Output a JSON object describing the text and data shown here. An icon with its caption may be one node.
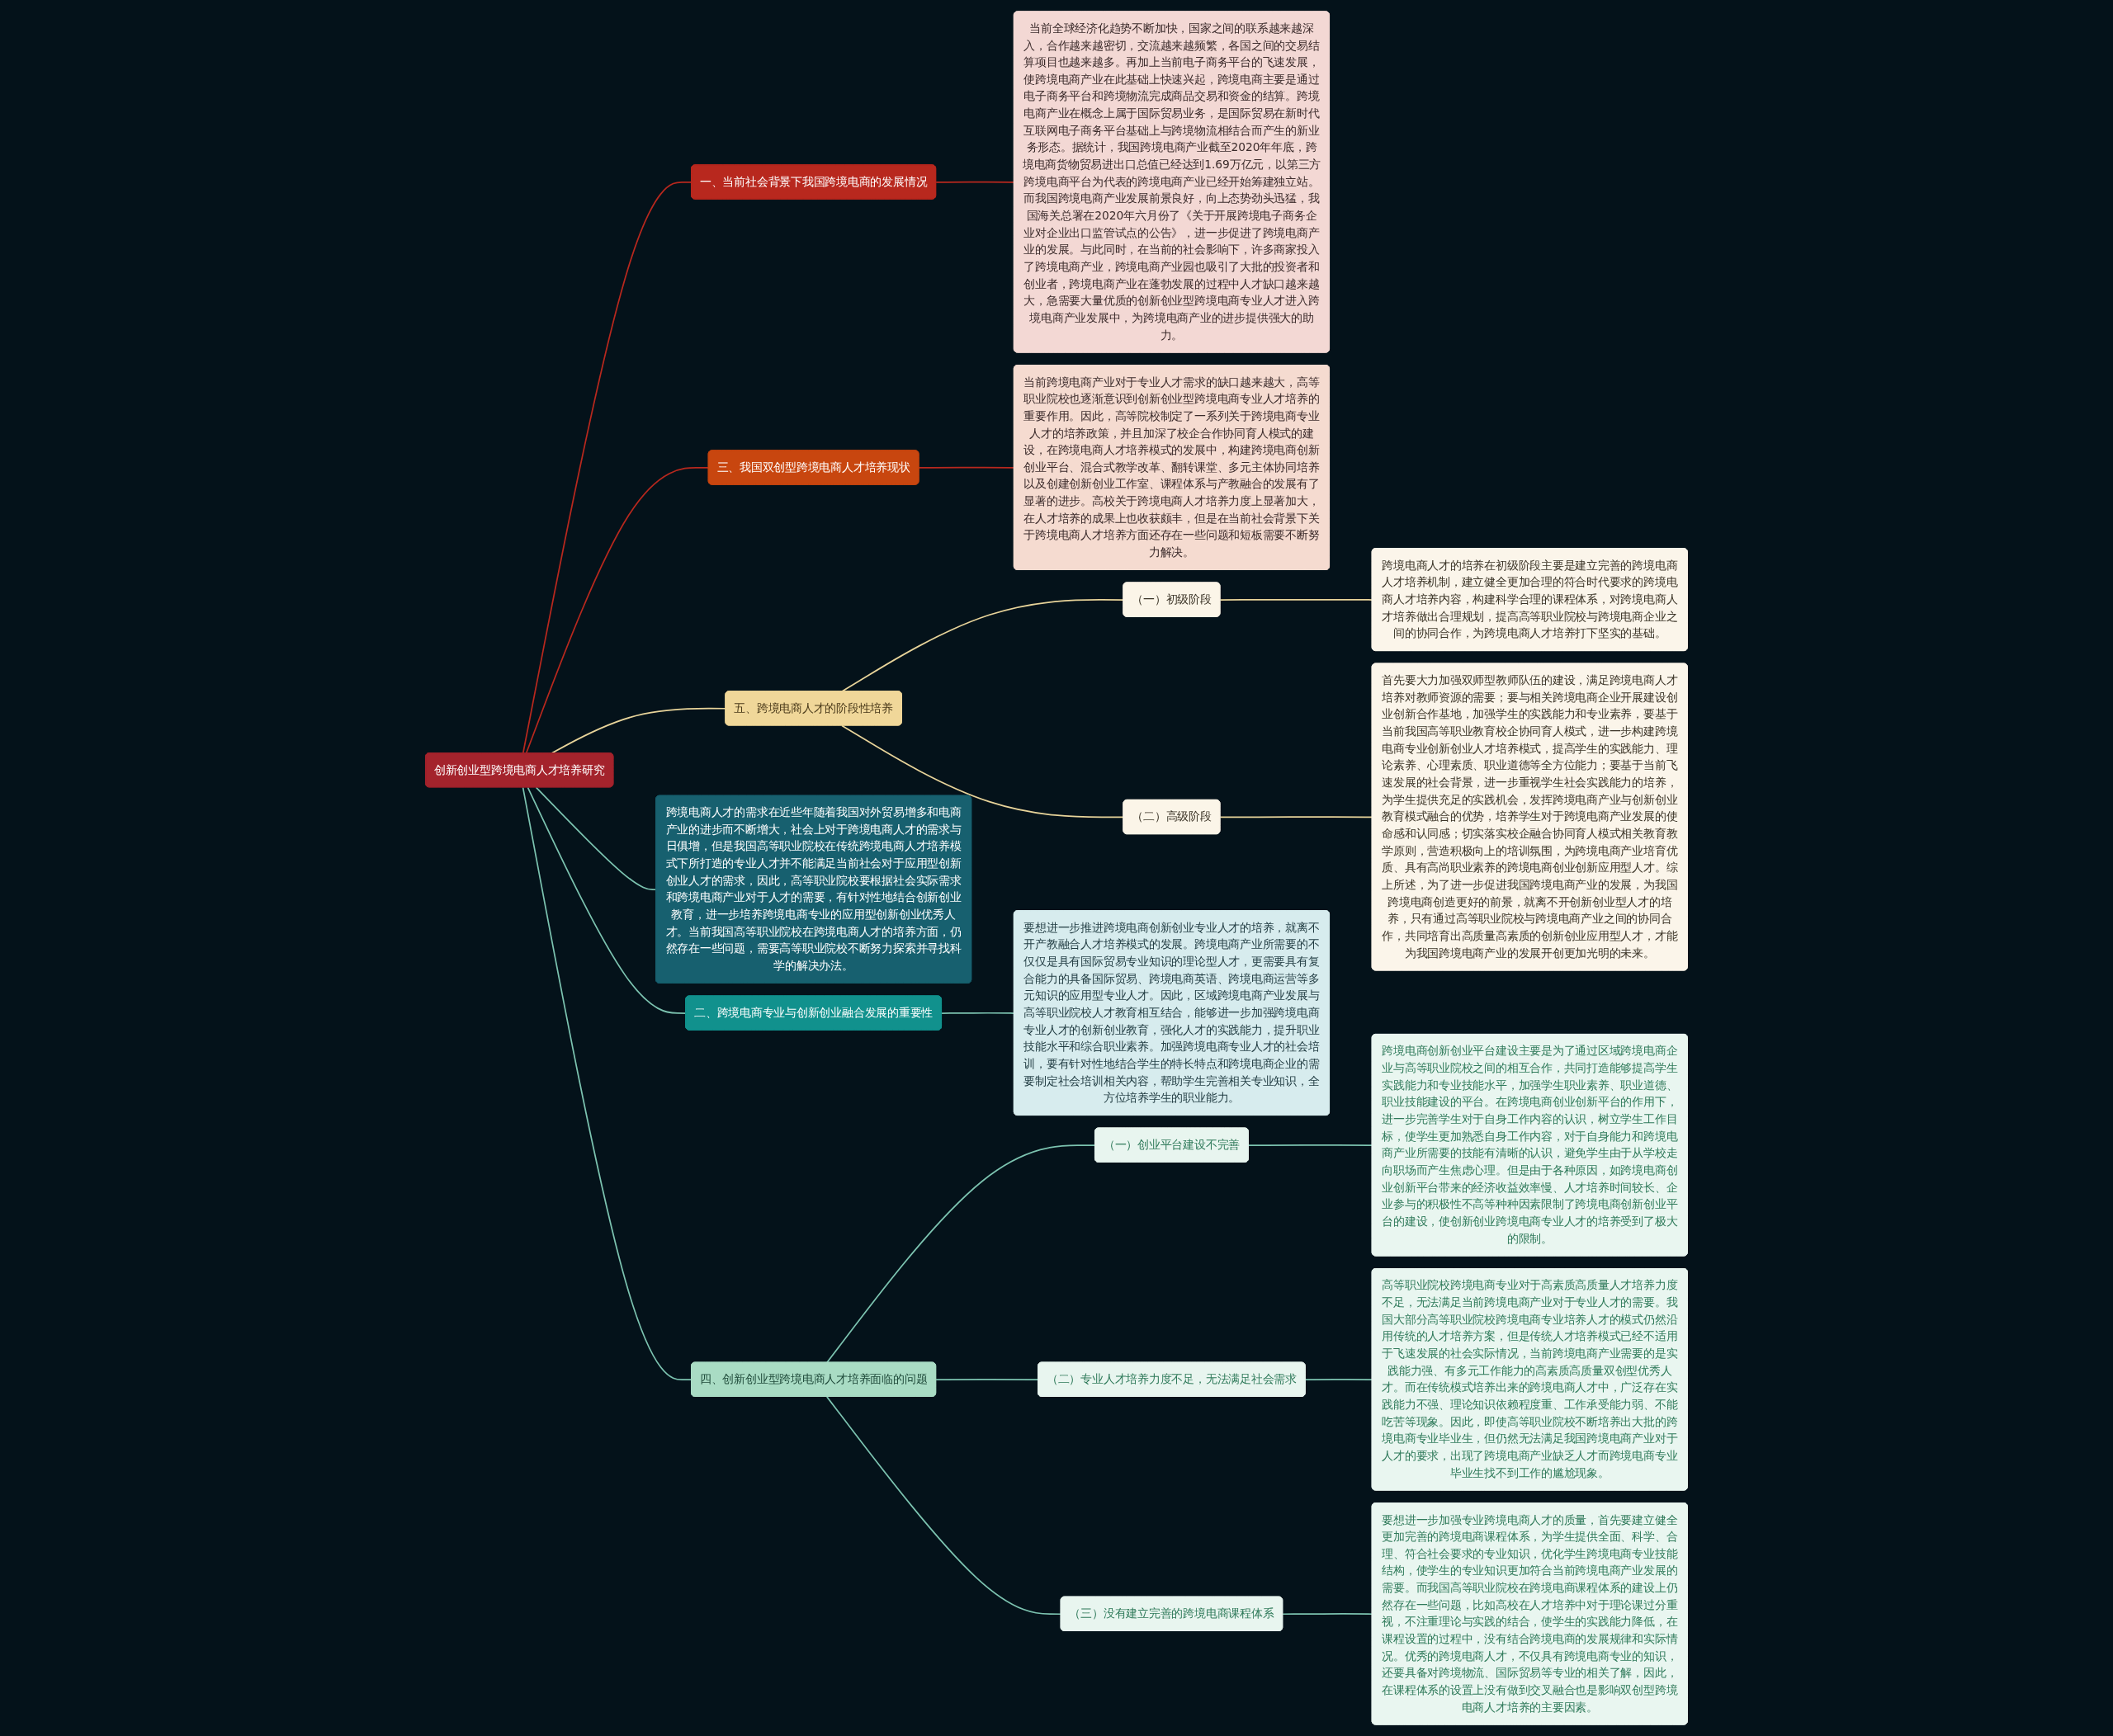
{
  "diagram": {
    "nodes": [
      {
        "text": [
          "创新创业型跨境电商人才培养研究"
        ]
      },
      {
        "text": [
          "一、当前社会背景下我国跨境电商的发展情况"
        ]
      },
      {
        "text": [
          "当前全球经济化趋势不断加快，国家之间的联系越来越深入，合作越来越密切，交流越来越频繁，各国之间的交易结算项目也越来越多。再加上当前电子商务平台的飞速发展，使跨境电商产业在此基础上快速兴起，跨境电商主要是通过电子商务平台和跨境物流完成商品交易和资金的结算。跨境电商产业在概念上属于国际贸易业务，是国际贸易在新时代互联网电子商务平台基础上与跨境物流相结合而产生的新业务形态。据统计，我国跨境电商产业截至2020年年底，跨境电商货物贸易进出口总值已经达到1.69万亿元，以第三方跨境电商平台为代表的跨境电商产业已经开始筹建独立站。而我国跨境电商产业发展前景良好，向上态势劲头迅猛，我国海关总署在2020年六月份了《关于开展跨境电子商务企业对企业出口监管试点的公告》，进一步促进了跨境电商产业的发展。与此同时，在当前的社会影响下，许多商家投入了跨境电商产业，跨境电商产业园也吸引了大批的投资者和创业者，跨境电商产业在蓬勃发展的过程中人才缺口越来越大，急需要大量优质的创新创业型跨境电商专业人才进入跨境电商产业发展中，为跨境电商产业的进步提供强大的助力。"
        ]
      },
      {
        "text": [
          "三、我国双创型跨境电商人才培养现状"
        ]
      },
      {
        "text": [
          "当前跨境电商产业对于专业人才需求的缺口越来越大，高等职业院校也逐渐意识到创新创业型跨境电商专业人才培养的重要作用。因此，高等院校制定了一系列关于跨境电商专业人才的培养政策，并且加深了校企合作协同育人模式的建设，在跨境电商人才培养模式的发展中，构建跨境电商创新创业平台、混合式教学改革、翻转课堂、多元主体协同培养以及创建创新创业工作室、课程体系与产教融合的发展有了显著的进步。高校关于跨境电商人才培养力度上显著加大，在人才培养的成果上也收获颇丰，但是在当前社会背景下关于跨境电商人才培养方面还存在一些问题和短板需要不断努力解决。"
        ]
      },
      {
        "text": [
          "五、跨境电商人才的阶段性培养"
        ]
      },
      {
        "text": [
          "（一）初级阶段"
        ]
      },
      {
        "text": [
          "跨境电商人才的培养在初级阶段主要是建立完善的跨境电商人才培养机制，建立健全更加合理的符合时代要求的跨境电商人才培养内容，构建科学合理的课程体系，对跨境电商人才培养做出合理规划，提高高等职业院校与跨境电商企业之间的协同合作，为跨境电商人才培养打下坚实的基础。"
        ]
      },
      {
        "text": [
          "（二）高级阶段"
        ]
      },
      {
        "text": [
          "首先要大力加强双师型教师队伍的建设，满足跨境电商人才培养对教师资源的需要；要与相关跨境电商企业开展建设创业创新合作基地，加强学生的实践能力和专业素养，要基于当前我国高等职业教育校企协同育人模式，进一步构建跨境电商专业创新创业人才培养模式，提高学生的实践能力、理论素养、心理素质、职业道德等全方位能力；要基于当前飞速发展的社会背景，进一步重视学生社会实践能力的培养，为学生提供充足的实践机会，发挥跨境电商产业与创新创业教育模式融合的优势，培养学生对于跨境电商产业发展的使命感和认同感；切实落实校企融合协同育人模式相关教育教学原则，营造积极向上的培训氛围，为跨境电商产业培育优质、具有高尚职业素养的跨境电商创业创新应用型人才。综上所述，为了进一步促进我国跨境电商产业的发展，为我国跨境电商创造更好的前景，就离不开创新创业型人才的培养，只有通过高等职业院校与跨境电商产业之间的协同合作，共同培育出高质量高素质的创新创业应用型人才，才能为我国跨境电商产业的发展开创更加光明的未来。"
        ]
      },
      {
        "text": [
          "跨境电商人才的需求在近些年随着我国对外贸易增多和电商产业的进步而不断增大，社会上对于跨境电商人才的需求与日俱增，但是我国高等职业院校在传统跨境电商人才培养模式下所打造的专业人才并不能满足当前社会对于应用型创新创业人才的需求，因此，高等职业院校要根据社会实际需求和跨境电商产业对于人才的需要，有针对性地结合创新创业教育，进一步培养跨境电商专业的应用型创新创业优秀人才。当前我国高等职业院校在跨境电商人才的培养方面，仍然存在一些问题，需要高等职业院校不断努力探索并寻找科学的解决办法。"
        ]
      },
      {
        "text": [
          "二、跨境电商专业与创新创业融合发展的重要性"
        ]
      },
      {
        "text": [
          "要想进一步推进跨境电商创新创业专业人才的培养，就离不开产教融合人才培养模式的发展。跨境电商产业所需要的不仅仅是具有国际贸易专业知识的理论型人才，更需要具有复合能力的具备国际贸易、跨境电商英语、跨境电商运营等多元知识的应用型专业人才。因此，区域跨境电商产业发展与高等职业院校人才教育相互结合，能够进一步加强跨境电商专业人才的创新创业教育，强化人才的实践能力，提升职业技能水平和综合职业素养。加强跨境电商专业人才的社会培训，要有针对性地结合学生的特长特点和跨境电商企业的需要制定社会培训相关内容，帮助学生完善相关专业知识，全方位培养学生的职业能力。"
        ]
      },
      {
        "text": [
          "四、创新创业型跨境电商人才培养面临的问题"
        ]
      },
      {
        "text": [
          "（一）创业平台建设不完善"
        ]
      },
      {
        "text": [
          "跨境电商创新创业平台建设主要是为了通过区域跨境电商企业与高等职业院校之间的相互合作，共同打造能够提高学生实践能力和专业技能水平，加强学生职业素养、职业道德、职业技能建设的平台。在跨境电商创业创新平台的作用下，进一步完善学生对于自身工作内容的认识，树立学生工作目标，使学生更加熟悉自身工作内容，对于自身能力和跨境电商产业所需要的技能有清晰的认识，避免学生由于从学校走向职场而产生焦虑心理。但是由于各种原因，如跨境电商创业创新平台带来的经济收益效率慢、人才培养时间较长、企业参与的积极性不高等种种因素限制了跨境电商创新创业平台的建设，使创新创业跨境电商专业人才的培养受到了极大的限制。"
        ]
      },
      {
        "text": [
          "（二）专业人才培养力度不足，无法满足社会需求"
        ]
      },
      {
        "text": [
          "高等职业院校跨境电商专业对于高素质高质量人才培养力度不足，无法满足当前跨境电商产业对于专业人才的需要。我国大部分高等职业院校跨境电商专业培养人才的模式仍然沿用传统的人才培养方案，但是传统人才培养模式已经不适用于飞速发展的社会实际情况，当前跨境电商产业需要的是实践能力强、有多元工作能力的高素质高质量双创型优秀人才。而在传统模式培养出来的跨境电商人才中，广泛存在实践能力不强、理论知识依赖程度重、工作承受能力弱、不能吃苦等现象。因此，即使高等职业院校不断培养出大批的跨境电商专业毕业生，但仍然无法满足我国跨境电商产业对于人才的要求，出现了跨境电商产业缺乏人才而跨境电商专业毕业生找不到工作的尴尬现象。"
        ]
      },
      {
        "text": [
          "（三）没有建立完善的跨境电商课程体系"
        ]
      },
      {
        "text": [
          "要想进一步加强专业跨境电商人才的质量，首先要建立健全更加完善的跨境电商课程体系，为学生提供全面、科学、合理、符合社会要求的专业知识，优化学生跨境电商专业技能结构，使学生的专业知识更加符合当前跨境电商产业发展的需要。而我国高等职业院校在跨境电商课程体系的建设上仍然存在一些问题，比如高校在人才培养中对于理论课过分重视，不注重理论与实践的结合，使学生的实践能力降低，在课程设置的过程中，没有结合跨境电商的发展规律和实际情况。优秀的跨境电商人才，不仅具有跨境电商专业的知识，还要具备对跨境物流、国际贸易等专业的相关了解，因此，在课程体系的设置上没有做到交叉融合也是影响双创型跨境电商人才培养的主要因素。"
        ]
      }
    ],
    "edges": [
      {
        "from": 0,
        "to": 1,
        "arrow": "none",
        "color": "#b8281e"
      },
      {
        "from": 1,
        "to": 2,
        "arrow": "none",
        "color": "#b8281e"
      },
      {
        "from": 0,
        "to": 3,
        "arrow": "none",
        "color": "#b8281e"
      },
      {
        "from": 3,
        "to": 4,
        "arrow": "none",
        "color": "#b8281e"
      },
      {
        "from": 0,
        "to": 5,
        "arrow": "none",
        "color": "#e8d49a"
      },
      {
        "from": 5,
        "to": 6,
        "arrow": "none",
        "color": "#e8d49a"
      },
      {
        "from": 6,
        "to": 7,
        "arrow": "none",
        "color": "#e8d49a"
      },
      {
        "from": 5,
        "to": 8,
        "arrow": "none",
        "color": "#e8d49a"
      },
      {
        "from": 8,
        "to": 9,
        "arrow": "none",
        "color": "#e8d49a"
      },
      {
        "from": 0,
        "to": 10,
        "arrow": "none"
      },
      {
        "from": 0,
        "to": 11,
        "arrow": "none"
      },
      {
        "from": 11,
        "to": 12,
        "arrow": "none"
      },
      {
        "from": 0,
        "to": 13,
        "arrow": "none"
      },
      {
        "from": 13,
        "to": 14,
        "arrow": "none"
      },
      {
        "from": 14,
        "to": 15,
        "arrow": "none"
      },
      {
        "from": 13,
        "to": 16,
        "arrow": "none"
      },
      {
        "from": 16,
        "to": 17,
        "arrow": "none"
      },
      {
        "from": 13,
        "to": 18,
        "arrow": "none"
      },
      {
        "from": 18,
        "to": 19,
        "arrow": "none"
      }
    ]
  }
}
